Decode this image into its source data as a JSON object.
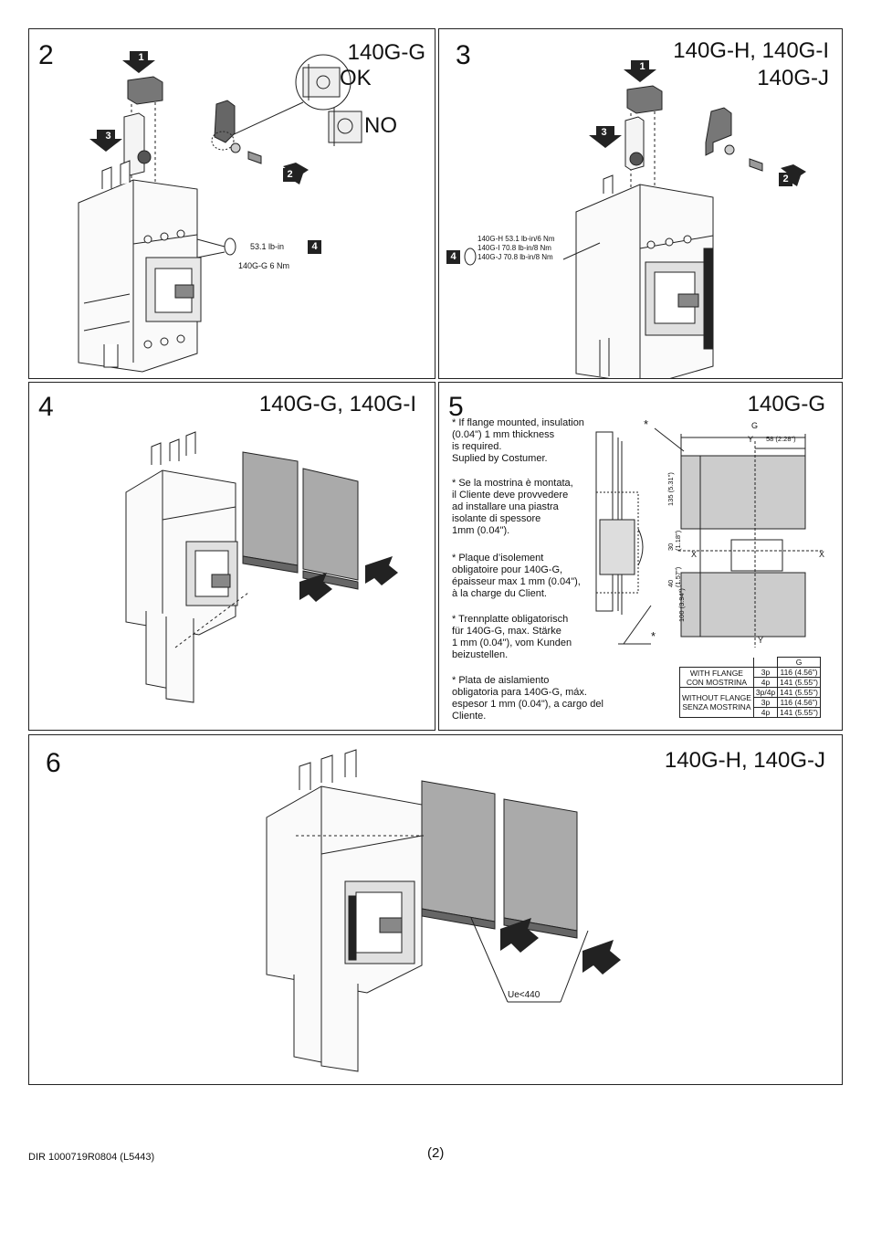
{
  "steps": {
    "s2": {
      "number": "2",
      "model": "140G-G",
      "ok": "OK",
      "no": "NO",
      "torque": "53.1 lb-in",
      "torque_nm": "140G-G 6 Nm",
      "callouts": [
        "1",
        "2",
        "3",
        "4"
      ]
    },
    "s3": {
      "number": "3",
      "model_line1": "140G-H, 140G-I",
      "model_line2": "140G-J",
      "torque_lines": [
        "140G-H 53.1 lb-in/6 Nm",
        "140G-I 70.8 lb-in/8 Nm",
        "140G-J 70.8 lb-in/8 Nm"
      ],
      "callouts": [
        "1",
        "2",
        "3",
        "4"
      ]
    },
    "s4": {
      "number": "4",
      "model": "140G-G, 140G-I"
    },
    "s5": {
      "number": "5",
      "model": "140G-G",
      "notes": [
        "* If flange mounted, insulation\n(0.04\") 1 mm thickness\nis required.\nSuplied by Costumer.",
        "* Se la mostrina è montata,\nil Cliente deve provvedere\nad installare una piastra\nisolante di spessore\n1mm (0.04\").",
        "* Plaque d’isolement\nobligatoire pour 140G-G,\népaisseur max 1 mm (0.04\"),\nà la charge du Client.",
        "* Trennplatte obligatorisch\nfür 140G-G, max. Stärke\n1 mm (0.04\"), vom Kunden\nbeizustellen.",
        "* Plata de aislamiento\nobligatoria para 140G-G, máx.\nespesor 1 mm (0.04\"), a cargo del\nCliente."
      ],
      "dims": {
        "g": "G",
        "y": "Y",
        "x": "X",
        "star": "*",
        "d58": "58 (2.28\")",
        "d135": "135 (5.31\")",
        "d30": "30\n(1.18\")",
        "d40": "40\n(1.57\")",
        "d100": "100 (3.94\")"
      },
      "table": {
        "header": "G",
        "rows": [
          {
            "label": "WITH FLANGE\nCON MOSTRINA",
            "poles": [
              "3p",
              "4p"
            ],
            "values": [
              "116 (4.56\")",
              "141 (5.55\")"
            ]
          },
          {
            "label": "WITHOUT FLANGE\nSENZA MOSTRINA",
            "poles": [
              "3p/4p",
              "3p",
              "4p"
            ],
            "values": [
              "141 (5.55\")",
              "116 (4.56\")",
              "141 (5.55\")"
            ]
          }
        ]
      }
    },
    "s6": {
      "number": "6",
      "model": "140G-H, 140G-J",
      "ue": "Ue<440"
    }
  },
  "footer": {
    "doc_id": "DIR 1000719R0804 (L5443)",
    "page": "(2)"
  }
}
